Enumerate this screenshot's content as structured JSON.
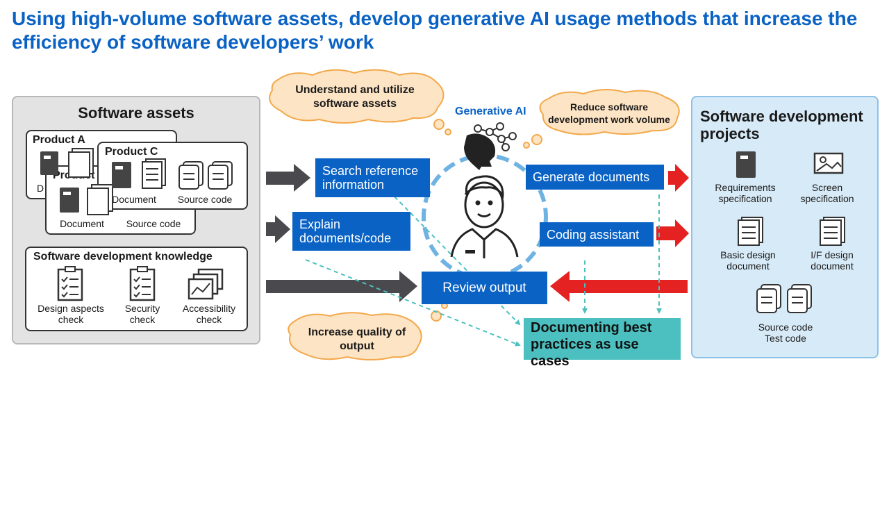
{
  "title": "Using high-volume software assets, develop generative AI usage methods that increase the efficiency of software developers’ work",
  "software_assets": {
    "title": "Software assets",
    "products": [
      {
        "label": "Product A",
        "items": [
          "D"
        ]
      },
      {
        "label": "Product",
        "items": [
          "Document",
          "Source code"
        ]
      },
      {
        "label": "Product C",
        "items": [
          "Document",
          "Source code"
        ]
      }
    ],
    "knowledge": {
      "title": "Software development knowledge",
      "items": [
        "Design aspects check",
        "Security check",
        "Accessibility check"
      ]
    }
  },
  "clouds": {
    "understand": "Understand and utilize software assets",
    "reduce": "Reduce software development work volume",
    "quality": "Increase quality of output"
  },
  "generative_ai": "Generative AI",
  "actions": {
    "search": "Search reference information",
    "explain": "Explain documents/code",
    "review": "Review output",
    "generate": "Generate documents",
    "coding": "Coding assistant",
    "best_practices": "Documenting best practices as use cases"
  },
  "projects": {
    "title": "Software development projects",
    "items": [
      "Requirements specification",
      "Screen specification",
      "Basic design document",
      "I/F design document",
      "Source code Test code"
    ]
  },
  "colors": {
    "title_blue": "#0a62c4",
    "action_blue": "#0a62c4",
    "arrow_gray": "#4a4a4e",
    "arrow_red": "#e52222",
    "teal": "#4cc0c0",
    "cloud_fill": "#fde4c4",
    "cloud_stroke": "#f3a84a",
    "projects_fill": "#d7eaf7",
    "assets_fill": "#e3e3e4"
  }
}
